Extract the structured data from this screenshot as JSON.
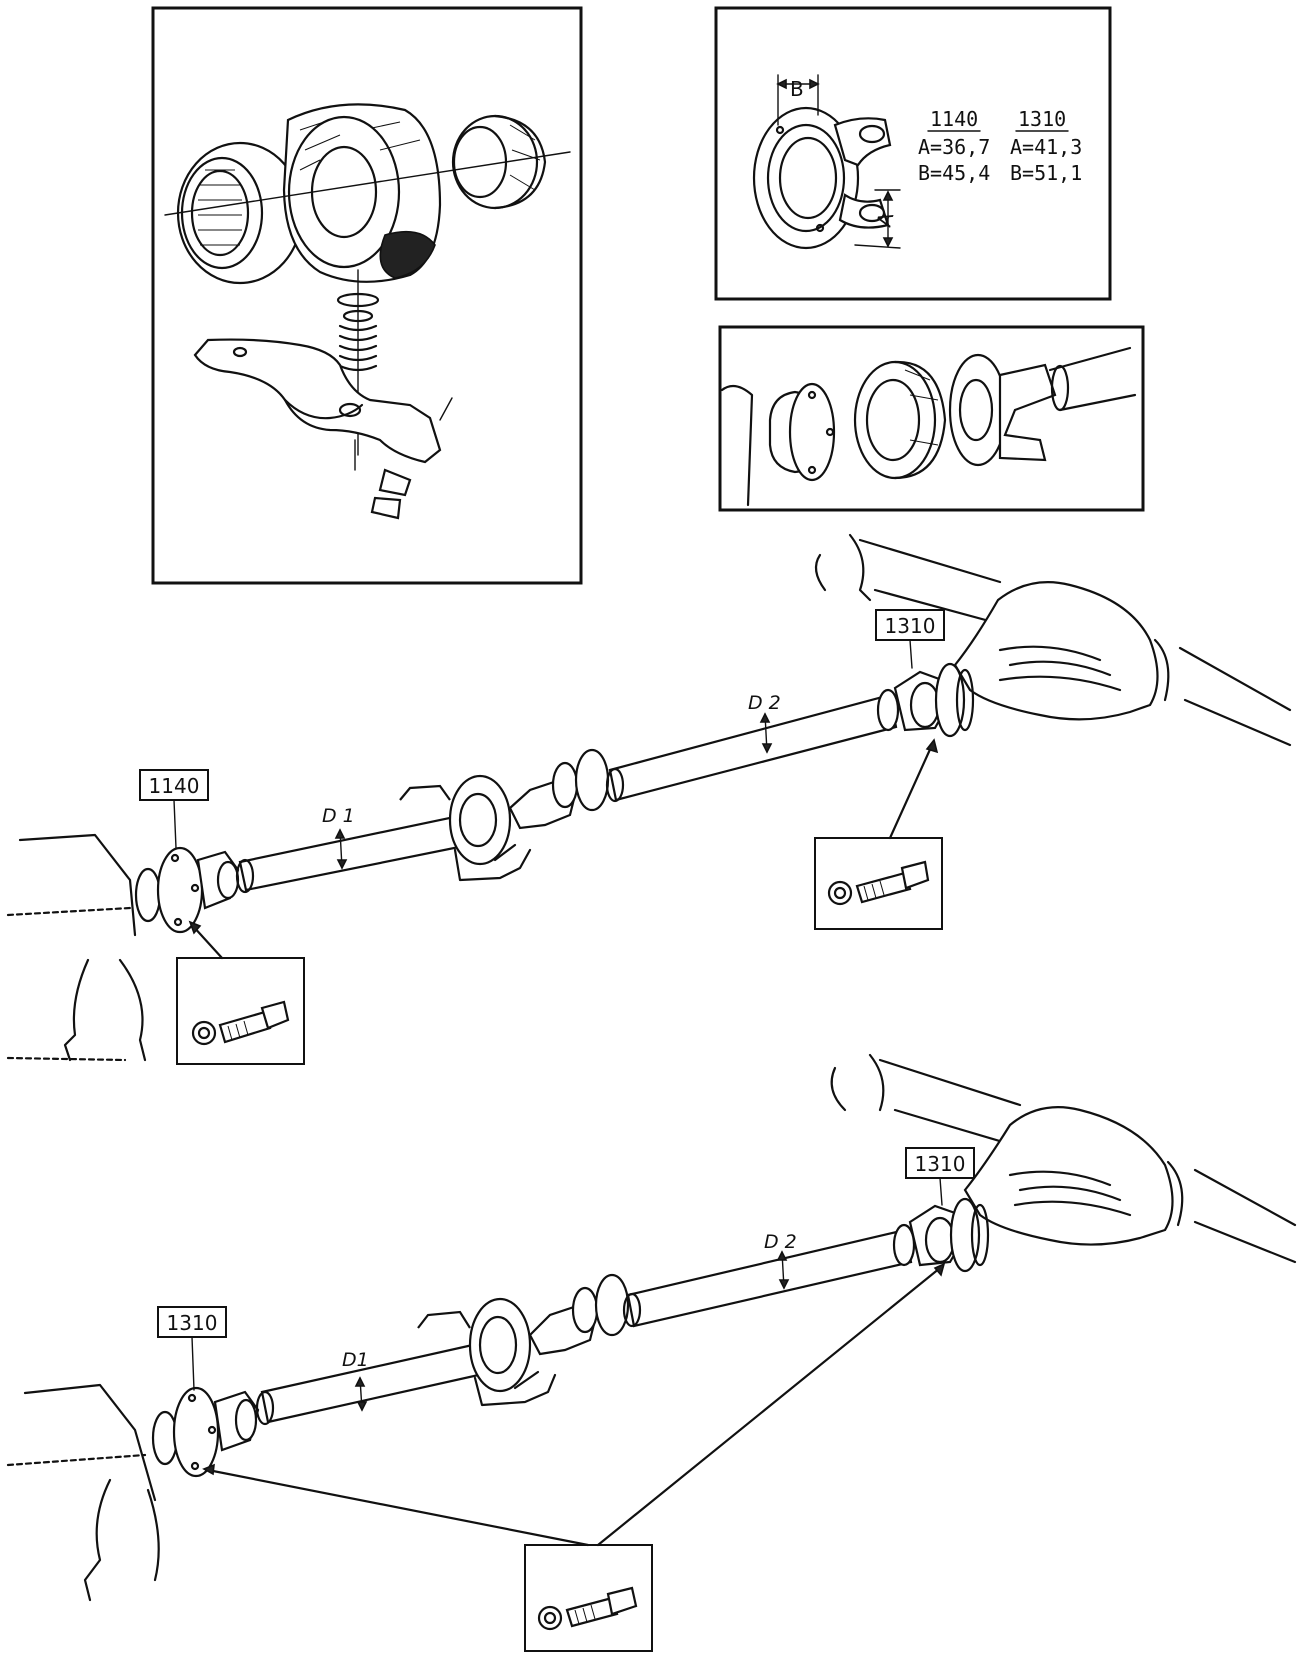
{
  "spec_table": {
    "col1": {
      "header": "1140",
      "a": "A=36,7",
      "b": "B=45,4"
    },
    "col2": {
      "header": "1310",
      "a": "A=41,3",
      "b": "B=51,1"
    }
  },
  "dim_labels": {
    "a": "A",
    "b": "B"
  },
  "upper_shaft": {
    "front_joint": "1140",
    "rear_joint": "1310",
    "front_diameter": "D 1",
    "rear_diameter": "D 2"
  },
  "lower_shaft": {
    "front_joint": "1310",
    "rear_joint": "1310",
    "front_diameter": "D1",
    "rear_diameter": "D 2"
  }
}
